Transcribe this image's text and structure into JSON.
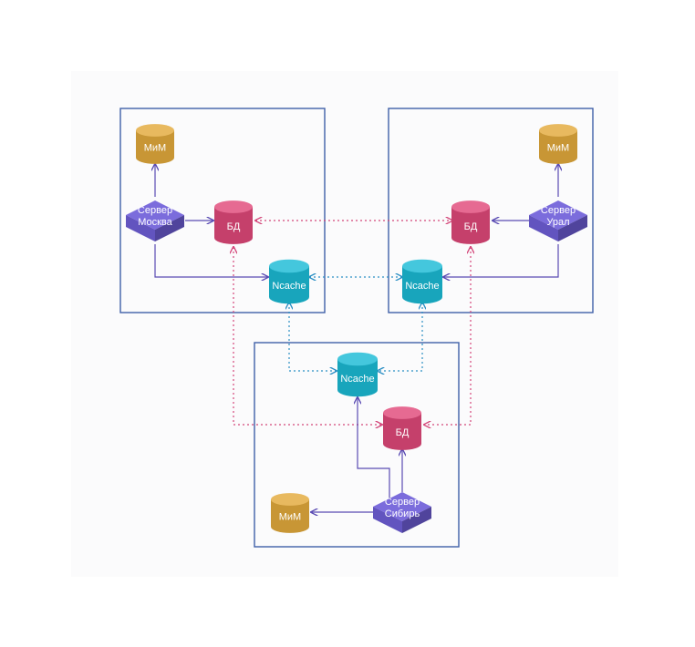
{
  "regions": [
    {
      "id": "moscow",
      "server": {
        "line1": "Сервер",
        "line2": "Москва"
      },
      "db": "БД",
      "mim": "МиМ",
      "cache": "Ncache"
    },
    {
      "id": "ural",
      "server": {
        "line1": "Сервер",
        "line2": "Урал"
      },
      "db": "БД",
      "mim": "МиМ",
      "cache": "Ncache"
    },
    {
      "id": "siberia",
      "server": {
        "line1": "Сервер",
        "line2": "Сибирь"
      },
      "db": "БД",
      "mim": "МиМ",
      "cache": "Ncache"
    }
  ],
  "colors": {
    "frame": "#3f5fa8",
    "server": "#6f5fd9",
    "db": "#e0497a",
    "cache": "#1bbbd6",
    "mim": "#e3aa3c",
    "solid_link": "#5a4bb3",
    "db_link": "#d4477a",
    "cache_link": "#2b8fc4",
    "background": "#fbfbfc"
  },
  "icons": {
    "server": "server-cube-icon",
    "database": "database-cylinder-icon",
    "cache": "cache-cylinder-icon",
    "mim": "mim-cylinder-icon"
  }
}
